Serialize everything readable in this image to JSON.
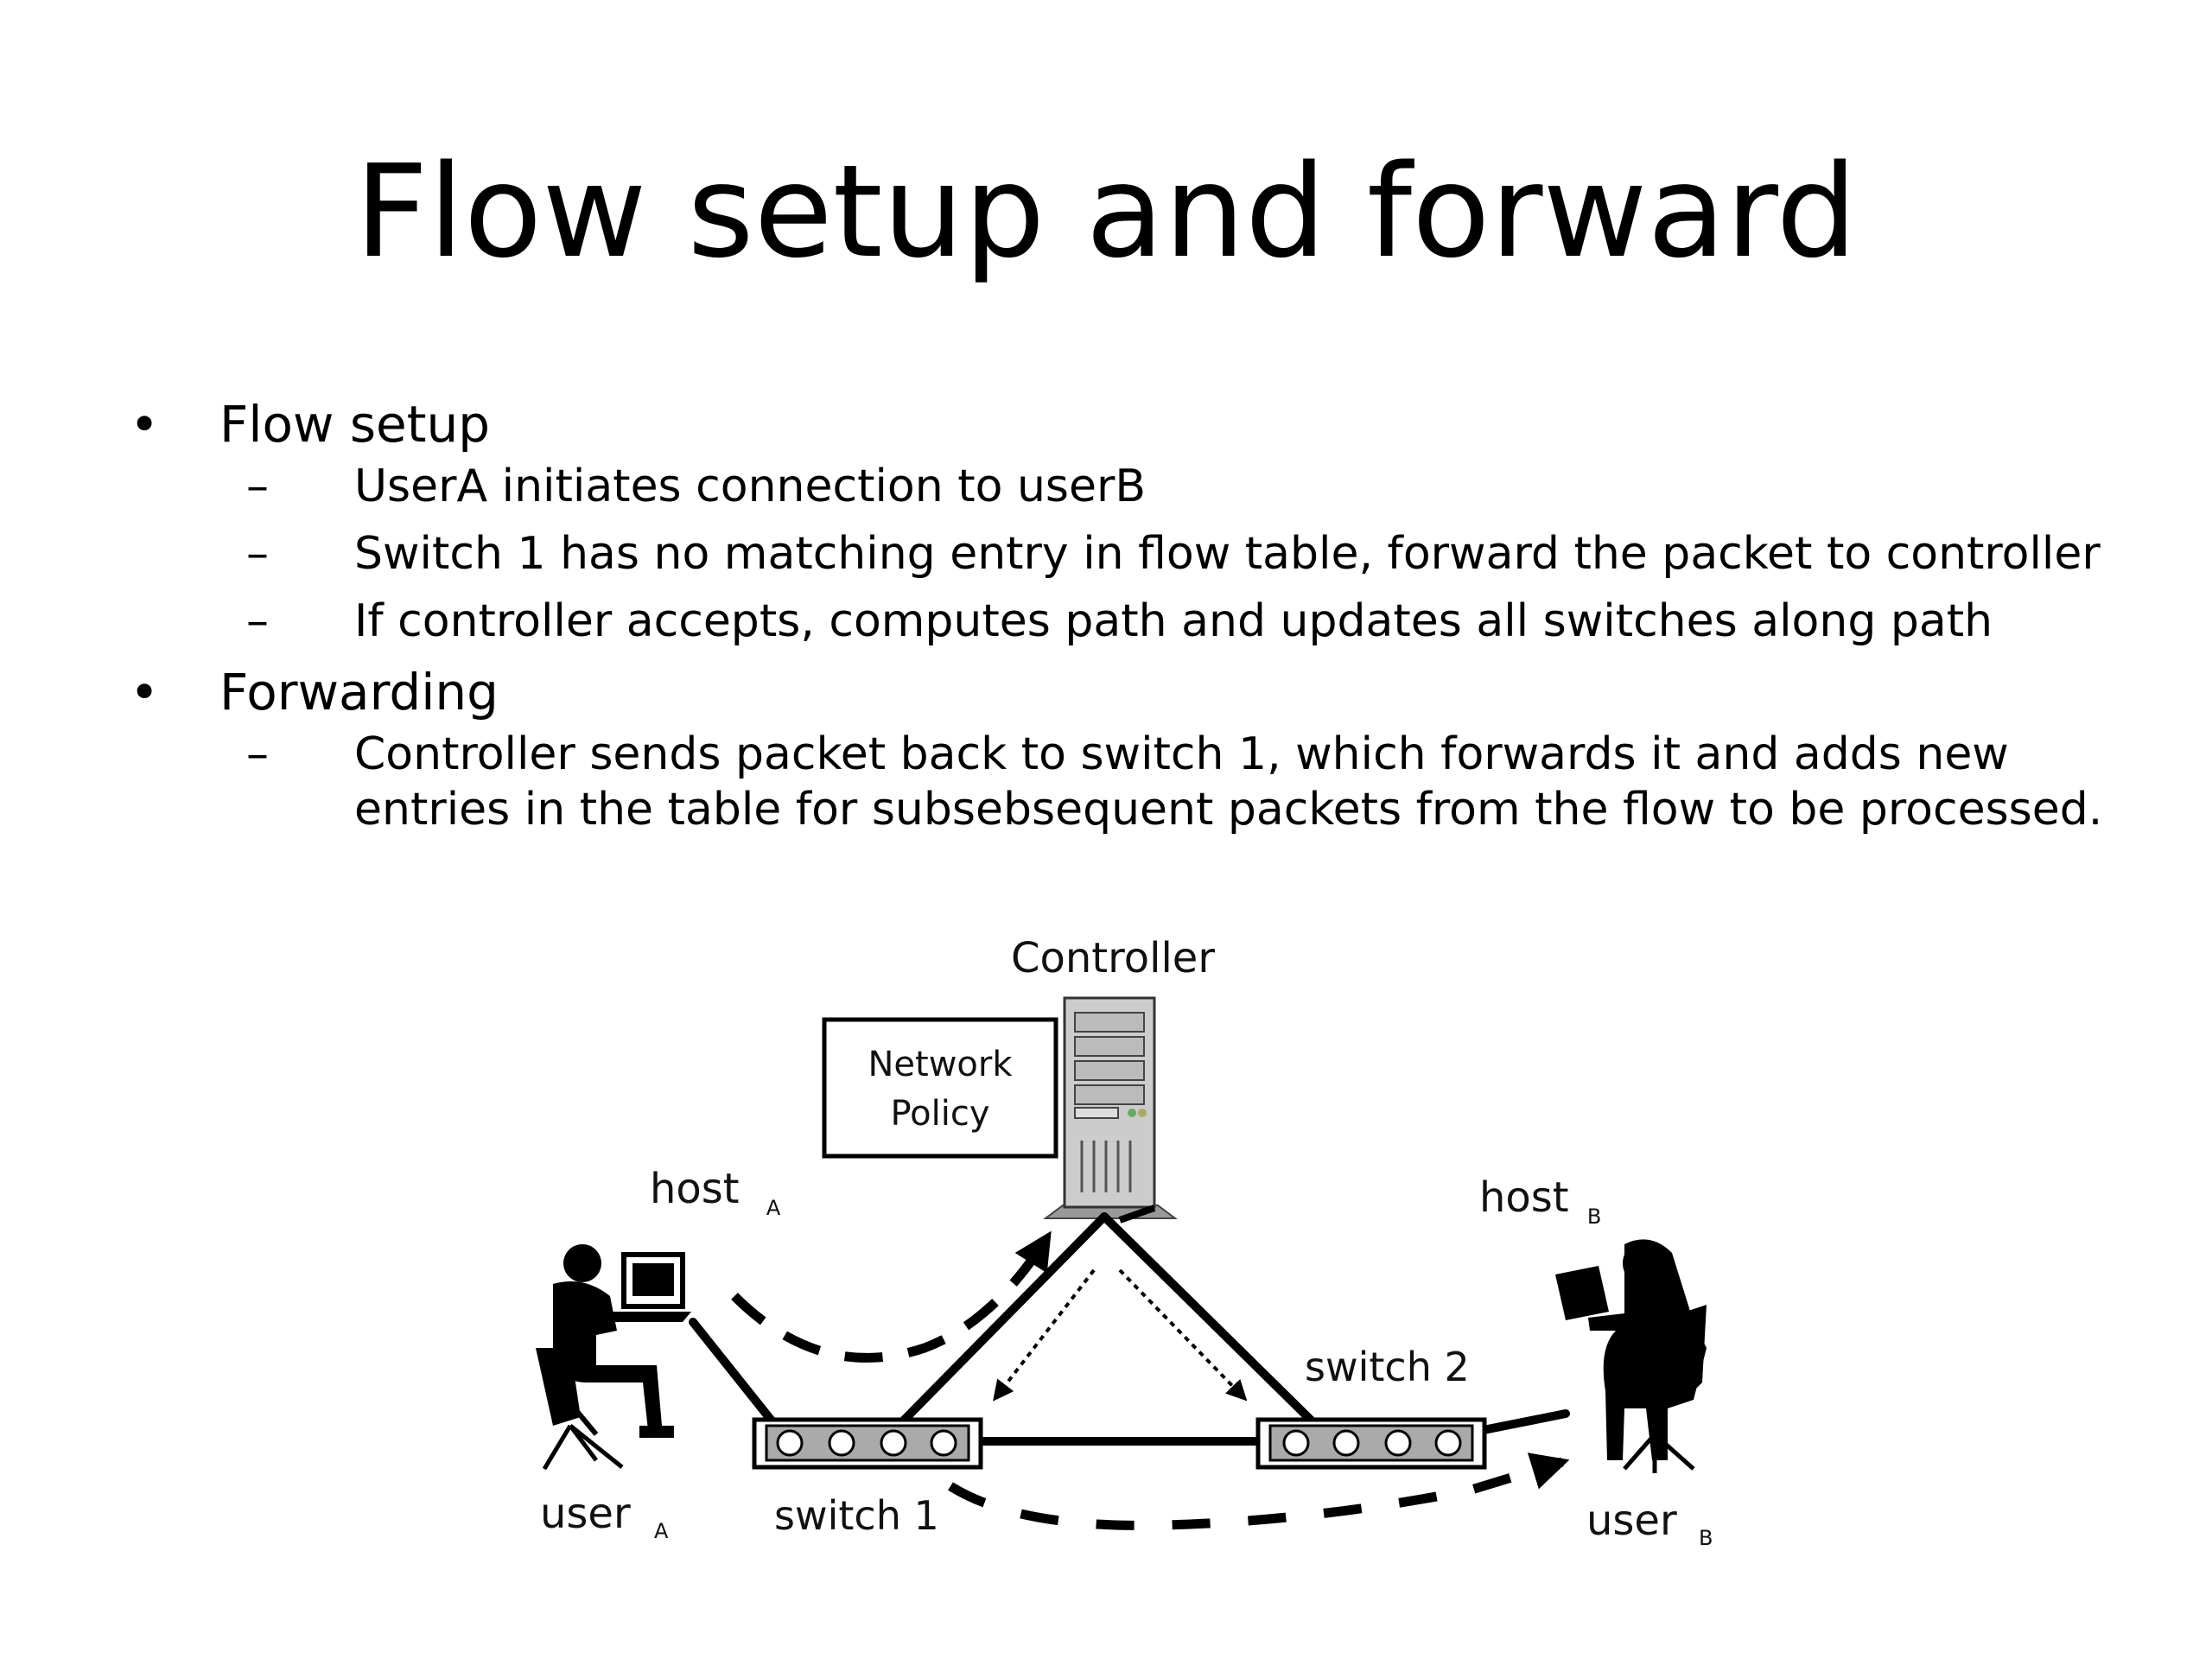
{
  "title": "Flow setup and forward",
  "bullets": [
    {
      "label": "Flow setup",
      "subitems": [
        "UserA initiates connection to userB",
        "Switch 1 has no matching entry in flow table, forward the packet to controller",
        "If controller accepts, computes path and updates all switches along path"
      ]
    },
    {
      "label": "Forwarding",
      "subitems": [
        "Controller sends packet back to switch 1, which forwards it and adds new entries in the table for subsebsequent packets from the flow to be processed."
      ]
    }
  ],
  "bullet_glyph": "•",
  "dash_glyph": "–",
  "diagram": {
    "controller_label": "Controller",
    "policy_line1": "Network",
    "policy_line2": "Policy",
    "host_a": "host",
    "host_a_sub": "A",
    "host_b": "host",
    "host_b_sub": "B",
    "user_a": "user",
    "user_a_sub": "A",
    "user_b": "user",
    "user_b_sub": "B",
    "switch1": "switch 1",
    "switch2": "switch 2"
  }
}
